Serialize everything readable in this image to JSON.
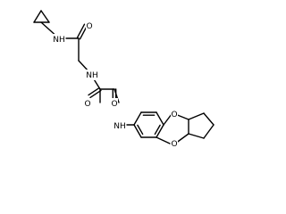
{
  "molecule": {
    "atom_labels": {
      "nh_cyclopropyl": "NH",
      "o_amide_1": "O",
      "nh_glycine": "NH",
      "o_oxalyl_left": "O",
      "o_oxalyl_right": "O",
      "nh_aryl": "NH",
      "o_dioxole_top": "O",
      "o_dioxole_bottom": "O"
    }
  }
}
